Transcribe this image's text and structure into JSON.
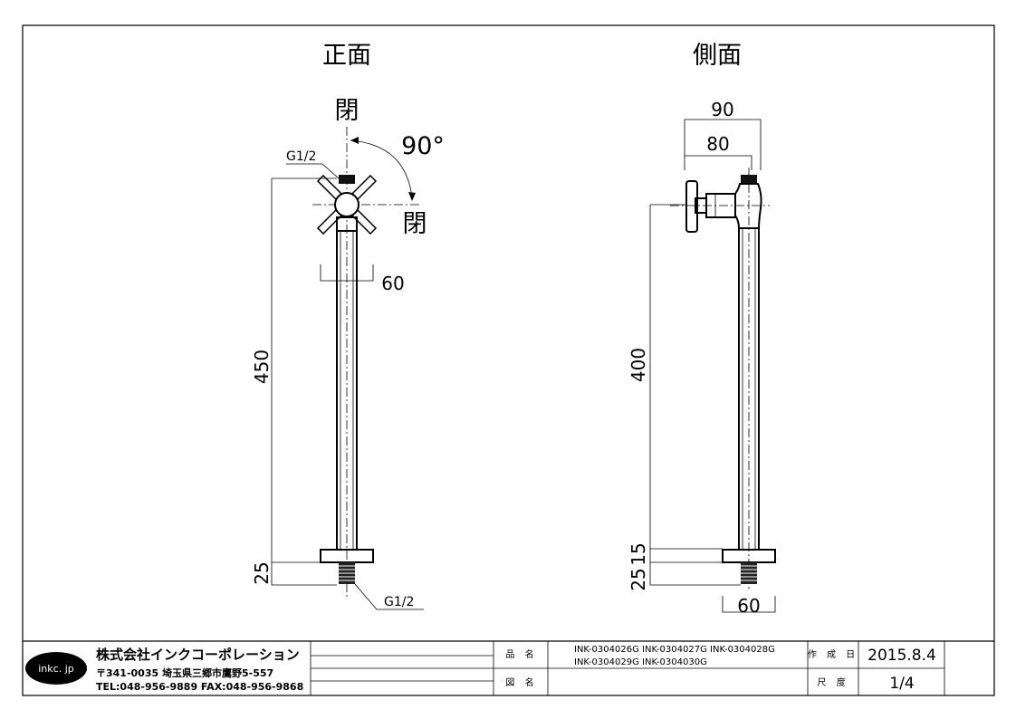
{
  "views": {
    "front": {
      "title": "正面",
      "top_state": "閉",
      "side_state": "閉",
      "rotation": "90°",
      "thread_top": "G1/2",
      "thread_bottom": "G1/2",
      "dim_handle_width": "60",
      "dim_height": "450",
      "dim_flange": "25"
    },
    "side": {
      "title": "側面",
      "dim_overall_width": "90",
      "dim_inner_width": "80",
      "dim_height": "400",
      "dim_a": "15",
      "dim_b": "25",
      "dim_base_width": "60"
    }
  },
  "title_block": {
    "logo": "inkc. jp",
    "company": "株式会社インクコーポレーション",
    "address": "〒341-0035 埼玉県三郷市鷹野5-557",
    "contact": "TEL:048-956-9889  FAX:048-956-9868",
    "product_label": "品 名",
    "product_line1": "INK-0304026G INK-0304027G INK-0304028G",
    "product_line2": "INK-0304029G INK-0304030G",
    "drawing_label": "図 名",
    "drawing_value": "",
    "date_label": "作 成 日",
    "date_value": "2015.8.4",
    "scale_label": "尺 度",
    "scale_value": "1/4"
  }
}
